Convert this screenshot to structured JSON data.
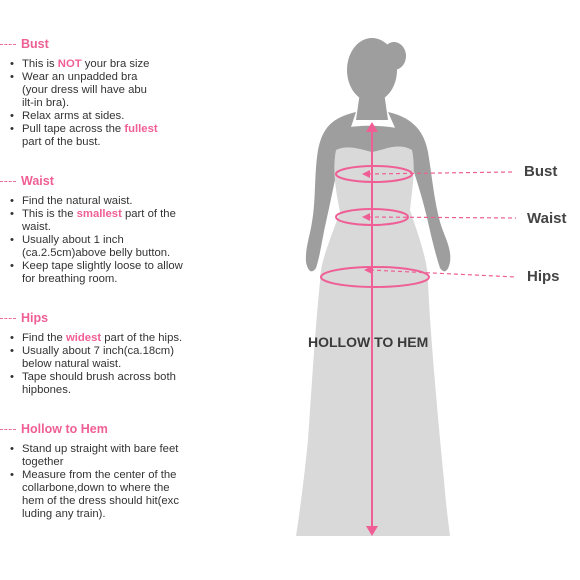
{
  "sections": [
    {
      "title": "Bust",
      "items": [
        {
          "parts": [
            {
              "t": "This is "
            },
            {
              "t": "NOT",
              "hl": true
            },
            {
              "t": " your bra size"
            }
          ]
        },
        {
          "parts": [
            {
              "t": "Wear an unpadded bra"
            }
          ]
        },
        {
          "parts": [
            {
              "t": "(your dress will have abu"
            }
          ],
          "nobullet": true
        },
        {
          "parts": [
            {
              "t": "ilt-in bra)."
            }
          ],
          "nobullet": true
        },
        {
          "parts": [
            {
              "t": "Relax arms at sides."
            }
          ]
        },
        {
          "parts": [
            {
              "t": "Pull tape across the "
            },
            {
              "t": "fullest",
              "hl": true
            }
          ]
        },
        {
          "parts": [
            {
              "t": "part of the bust."
            }
          ],
          "nobullet": true
        }
      ]
    },
    {
      "title": "Waist",
      "items": [
        {
          "parts": [
            {
              "t": "Find the natural waist."
            }
          ]
        },
        {
          "parts": [
            {
              "t": "This is the "
            },
            {
              "t": "smallest",
              "hl": true
            },
            {
              "t": " part of the"
            }
          ]
        },
        {
          "parts": [
            {
              "t": "waist."
            }
          ],
          "nobullet": true
        },
        {
          "parts": [
            {
              "t": "Usually about 1 inch"
            }
          ]
        },
        {
          "parts": [
            {
              "t": "(ca.2.5cm)above belly button."
            }
          ],
          "nobullet": true
        },
        {
          "parts": [
            {
              "t": "Keep tape slightly loose to allow"
            }
          ]
        },
        {
          "parts": [
            {
              "t": "for breathing room."
            }
          ],
          "nobullet": true
        }
      ]
    },
    {
      "title": "Hips",
      "items": [
        {
          "parts": [
            {
              "t": "Find the "
            },
            {
              "t": "widest",
              "hl": true
            },
            {
              "t": " part of the hips."
            }
          ]
        },
        {
          "parts": [
            {
              "t": "Usually about 7 inch(ca.18cm)"
            }
          ]
        },
        {
          "parts": [
            {
              "t": "below natural waist."
            }
          ],
          "nobullet": true
        },
        {
          "parts": [
            {
              "t": "Tape should brush across both"
            }
          ]
        },
        {
          "parts": [
            {
              "t": "hipbones."
            }
          ],
          "nobullet": true
        }
      ]
    },
    {
      "title": "Hollow to Hem",
      "items": [
        {
          "parts": [
            {
              "t": "Stand up straight with bare feet"
            }
          ]
        },
        {
          "parts": [
            {
              "t": "together"
            }
          ],
          "nobullet": true
        },
        {
          "parts": [
            {
              "t": "Measure from the center of the"
            }
          ]
        },
        {
          "parts": [
            {
              "t": "collarbone,down to where the"
            }
          ],
          "nobullet": true
        },
        {
          "parts": [
            {
              "t": "hem of the dress should hit(exc"
            }
          ],
          "nobullet": true
        },
        {
          "parts": [
            {
              "t": "luding any train)."
            }
          ],
          "nobullet": true
        }
      ]
    }
  ],
  "labels": {
    "bust": "Bust",
    "waist": "Waist",
    "hips": "Hips",
    "hollow_to_hem": "HOLLOW TO HEM"
  },
  "colors": {
    "accent": "#ef5f95",
    "figure": "#d9d9d9",
    "text": "#333333"
  }
}
